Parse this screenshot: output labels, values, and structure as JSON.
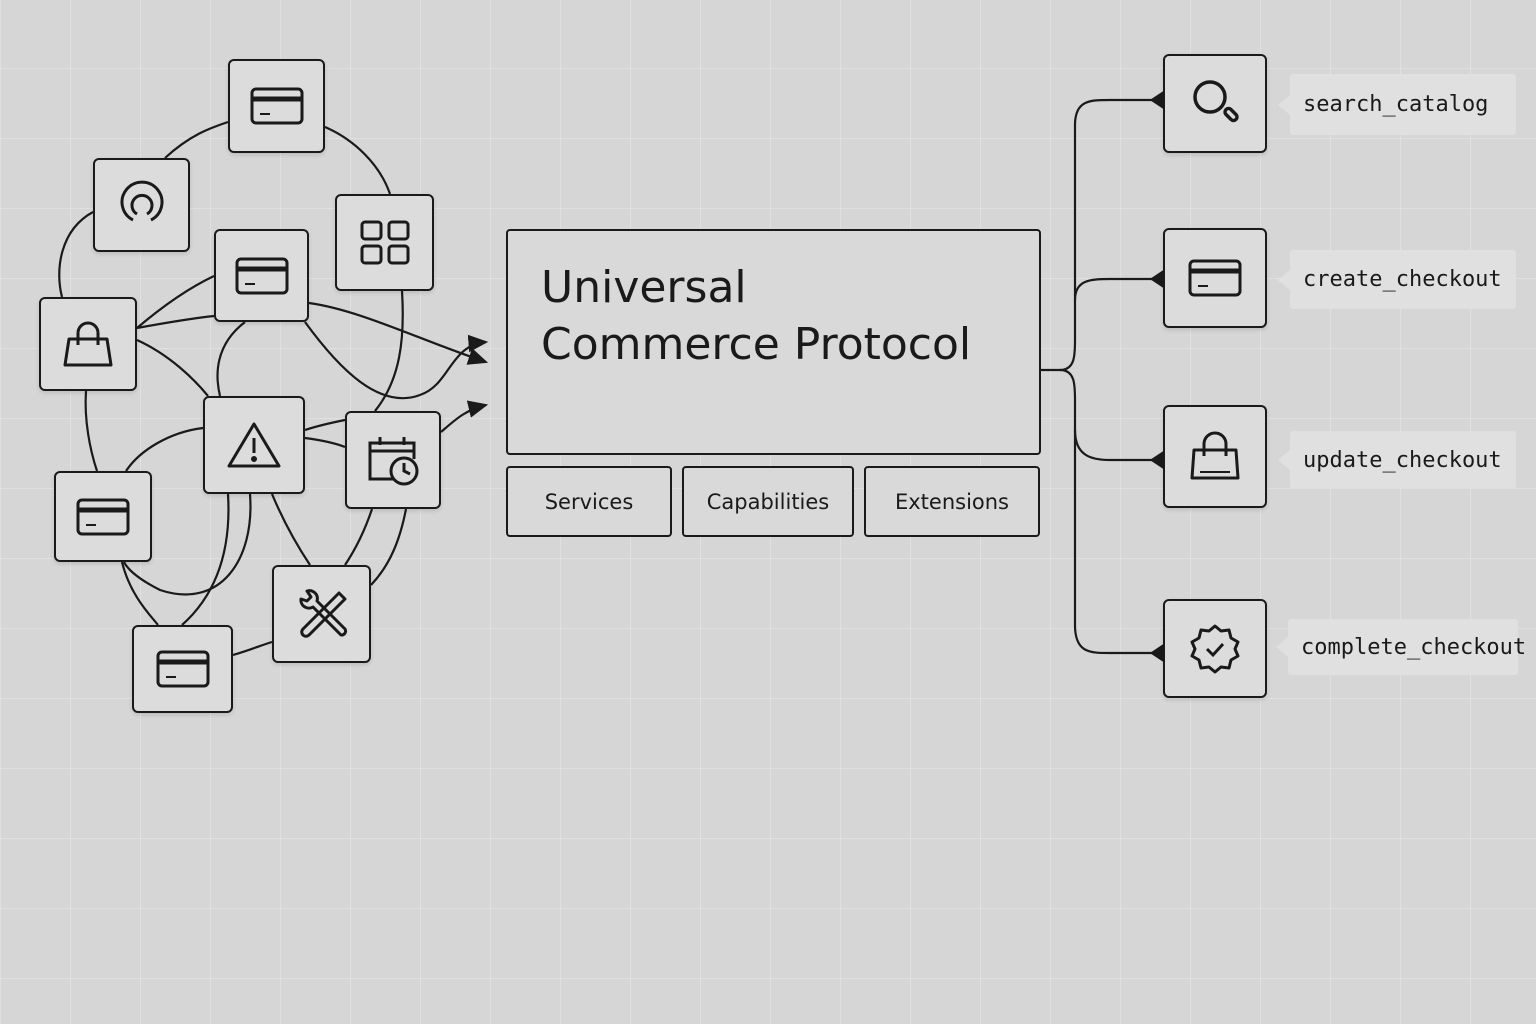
{
  "diagram": {
    "title_lines": [
      "Universal",
      "Commerce Protocol"
    ],
    "components": [
      {
        "label": "Services"
      },
      {
        "label": "Capabilities"
      },
      {
        "label": "Extensions"
      }
    ],
    "left_nodes": [
      {
        "icon": "credit-card-icon"
      },
      {
        "icon": "spiral-icon"
      },
      {
        "icon": "grid-icon"
      },
      {
        "icon": "credit-card-icon"
      },
      {
        "icon": "shopping-bag-icon"
      },
      {
        "icon": "warning-icon"
      },
      {
        "icon": "calendar-clock-icon"
      },
      {
        "icon": "credit-card-icon"
      },
      {
        "icon": "tools-icon"
      },
      {
        "icon": "credit-card-icon"
      }
    ],
    "tools": [
      {
        "name": "search_catalog",
        "icon": "search-icon"
      },
      {
        "name": "create_checkout",
        "icon": "credit-card-icon"
      },
      {
        "name": "update_checkout",
        "icon": "shopping-bag-icon"
      },
      {
        "name": "complete_checkout",
        "icon": "verified-badge-icon"
      }
    ]
  }
}
